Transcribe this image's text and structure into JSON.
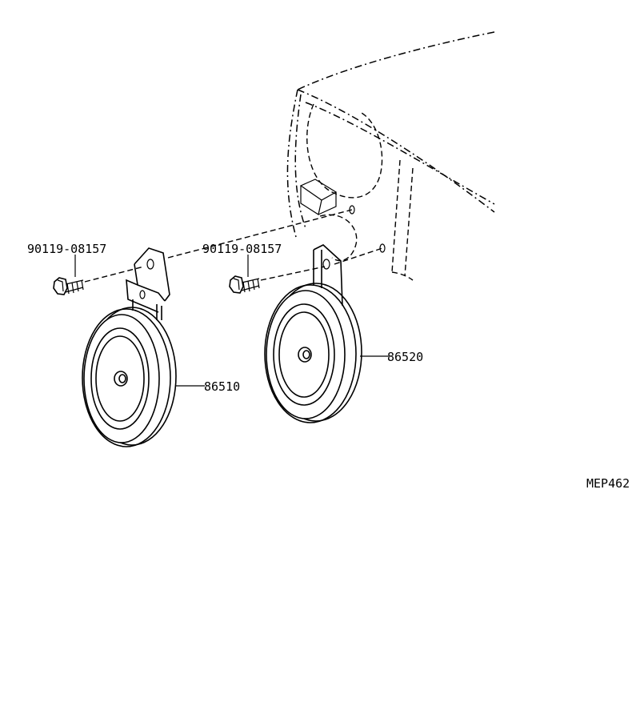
{
  "diagram": {
    "labels": {
      "bolt_left": "90119-08157",
      "bolt_right": "90119-08157",
      "horn_low": "86510",
      "horn_high": "86520",
      "figure_code": "MEP462"
    }
  }
}
